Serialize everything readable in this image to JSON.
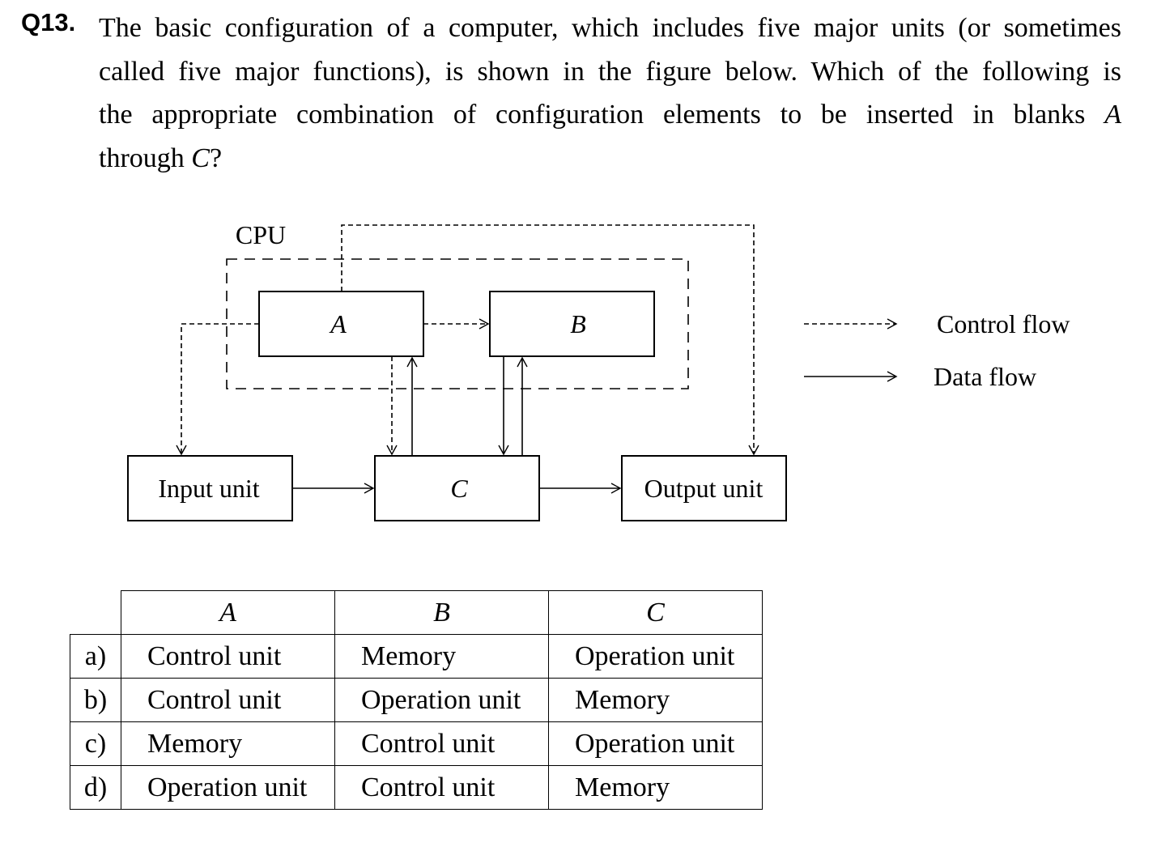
{
  "question": {
    "number": "Q13.",
    "lines": [
      "The basic configuration of a computer, which includes five major units (or sometimes",
      "called five major functions), is shown in the figure below.   Which of the following is",
      "the appropriate combination of configuration elements to be inserted in blanks"
    ],
    "line3_tail": "A",
    "line4_prefix": "through",
    "line4_var": "C",
    "line4_suffix": "?"
  },
  "diagram": {
    "cpu_label": "CPU",
    "box_a": "A",
    "box_b": "B",
    "box_c": "C",
    "input_unit": "Input unit",
    "output_unit": "Output unit",
    "legend": {
      "control_flow": "Control flow",
      "data_flow": "Data flow"
    }
  },
  "table": {
    "headers": [
      "A",
      "B",
      "C"
    ],
    "rows": [
      {
        "option": "a)",
        "a": "Control unit",
        "b": "Memory",
        "c": "Operation unit"
      },
      {
        "option": "b)",
        "a": "Control unit",
        "b": "Operation unit",
        "c": "Memory"
      },
      {
        "option": "c)",
        "a": "Memory",
        "b": "Control unit",
        "c": "Operation unit"
      },
      {
        "option": "d)",
        "a": "Operation unit",
        "b": "Control unit",
        "c": "Memory"
      }
    ]
  }
}
